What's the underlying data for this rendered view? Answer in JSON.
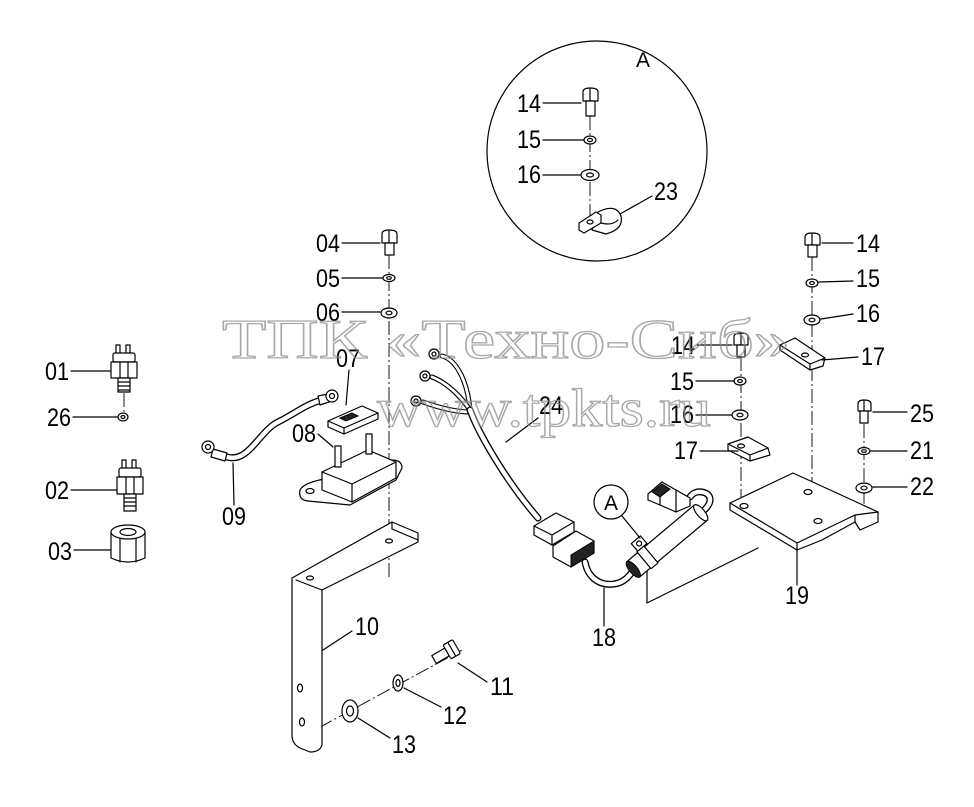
{
  "colors": {
    "background": "#ffffff",
    "line": "#000000",
    "watermark": "#8c8c8c"
  },
  "watermark": {
    "line1": "ТПК «Техно-Сиб»",
    "line2": "www.tpkts.ru"
  },
  "detail_a": {
    "marker": "A",
    "labels": [
      "14",
      "15",
      "16",
      "23"
    ]
  },
  "left_assembly": {
    "labels": [
      "04",
      "05",
      "06",
      "07",
      "08",
      "09"
    ]
  },
  "sensors": {
    "labels": [
      "01",
      "26",
      "02",
      "03"
    ]
  },
  "bracket_assembly": {
    "labels": [
      "10",
      "11",
      "12",
      "13"
    ]
  },
  "harness": {
    "labels": [
      "24",
      "18"
    ],
    "detail_marker": "A"
  },
  "center_stack": {
    "labels": [
      "14",
      "15",
      "16",
      "17"
    ]
  },
  "right_stack": {
    "labels": [
      "14",
      "15",
      "16",
      "17"
    ]
  },
  "plate_assembly": {
    "labels": [
      "25",
      "21",
      "22",
      "19"
    ]
  }
}
